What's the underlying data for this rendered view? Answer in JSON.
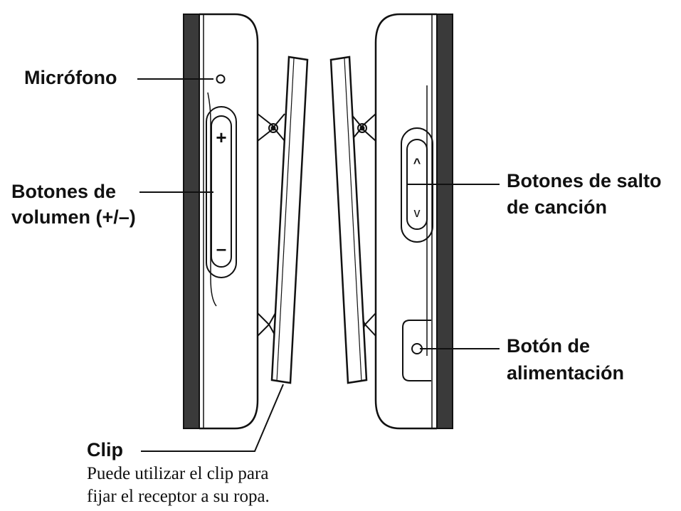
{
  "labels": {
    "microphone": "Micrófono",
    "volume_line1": "Botones de",
    "volume_line2": "volumen (+/–)",
    "skip_line1": "Botones de salto",
    "skip_line2": "de canción",
    "power_line1": "Botón de",
    "power_line2": "alimentación",
    "clip": "Clip"
  },
  "description": {
    "line1": "Puede utilizar el clip para",
    "line2": "fijar el receptor a su ropa."
  },
  "button_symbols": {
    "volume_up": "+",
    "volume_down": "–",
    "skip_up": "^",
    "skip_down": "v"
  },
  "colors": {
    "ink": "#111111",
    "band": "#3a3a3a",
    "fill": "#ffffff"
  }
}
